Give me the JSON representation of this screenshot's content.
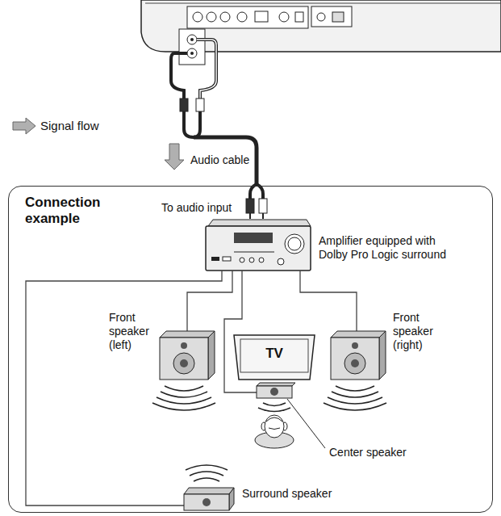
{
  "diagram": {
    "nodes": [
      {
        "text": [
          "Connection example"
        ]
      },
      {
        "text": [
          "TV"
        ],
        "in": 0
      }
    ],
    "labels": [
      "Audio cable",
      "To audio input",
      "Amplifier equipped with Dolby Pro Logic surround",
      "Front speaker (left)",
      "Front speaker (right)",
      "Center speaker",
      "Surround speaker"
    ],
    "legend": [
      {
        "text": "Signal flow"
      }
    ]
  }
}
